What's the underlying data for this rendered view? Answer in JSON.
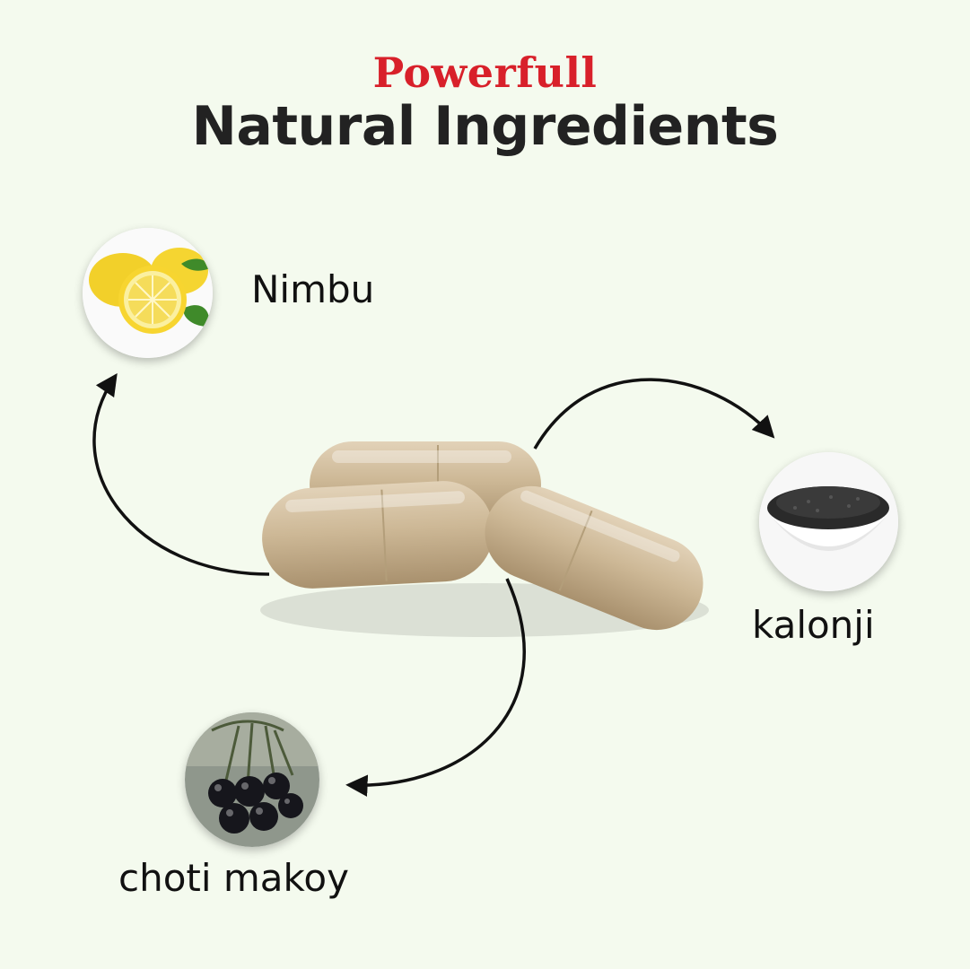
{
  "header": {
    "subtitle": "Powerfull",
    "title": "Natural Ingredients"
  },
  "ingredients": {
    "nimbu": "Nimbu",
    "kalonji": "kalonji",
    "choti_makoy": "choti makoy"
  },
  "colors": {
    "background": "#f4faee",
    "accent": "#d8202a",
    "text": "#222222"
  }
}
